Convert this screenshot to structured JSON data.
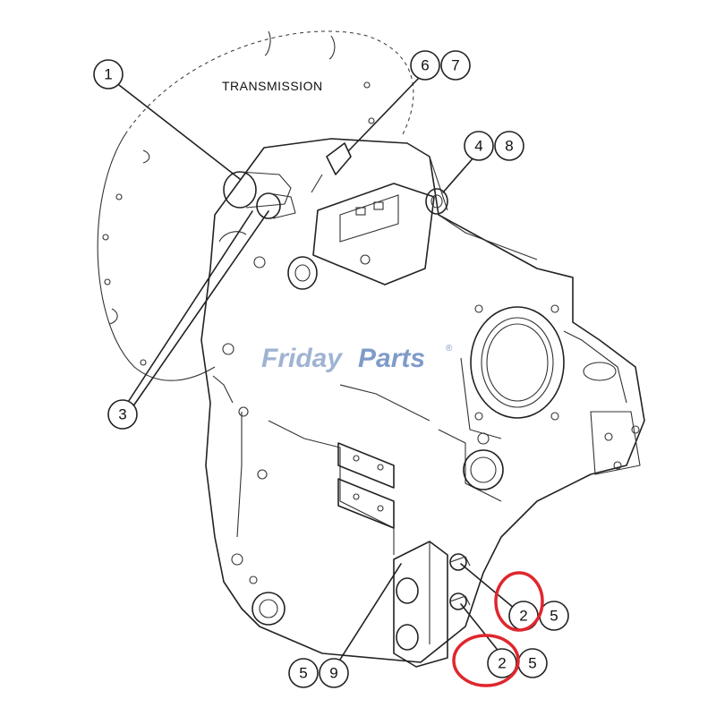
{
  "diagram": {
    "label": "TRANSMISSION",
    "watermark": {
      "part1": "Friday",
      "part2": "Parts",
      "mark": "®"
    },
    "callouts": [
      {
        "id": "c1",
        "text": "1"
      },
      {
        "id": "c3",
        "text": "3"
      },
      {
        "id": "c6",
        "text": "6"
      },
      {
        "id": "c7",
        "text": "7"
      },
      {
        "id": "c4",
        "text": "4"
      },
      {
        "id": "c8",
        "text": "8"
      },
      {
        "id": "c2a",
        "text": "2"
      },
      {
        "id": "c5a",
        "text": "5"
      },
      {
        "id": "c2b",
        "text": "2"
      },
      {
        "id": "c5b",
        "text": "5"
      },
      {
        "id": "c5c",
        "text": "5"
      },
      {
        "id": "c9",
        "text": "9"
      }
    ],
    "highlight_color": "#e0262d",
    "watermark_colors": [
      "#9fb3d3",
      "#7f9bc9"
    ]
  }
}
